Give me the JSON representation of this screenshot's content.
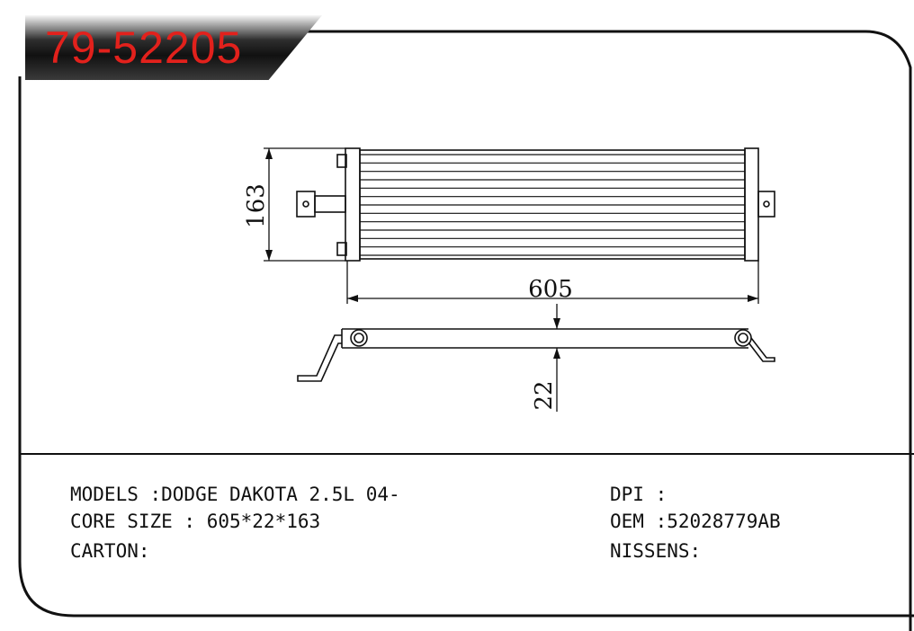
{
  "title": {
    "part_number": "79-52205"
  },
  "drawing": {
    "dim_height": "163",
    "dim_width": "605",
    "dim_thickness": "22"
  },
  "info_left": {
    "models": "MODELS :DODGE DAKOTA 2.5L 04-",
    "core_size": "CORE SIZE : 605*22*163",
    "carton": "CARTON:"
  },
  "info_right": {
    "dpi": "DPI :",
    "oem": "OEM :52028779AB",
    "nissens": "NISSENS:"
  },
  "colors": {
    "part_number_red": "#e2211c",
    "banner_dark": "#111111",
    "line": "#111111"
  }
}
